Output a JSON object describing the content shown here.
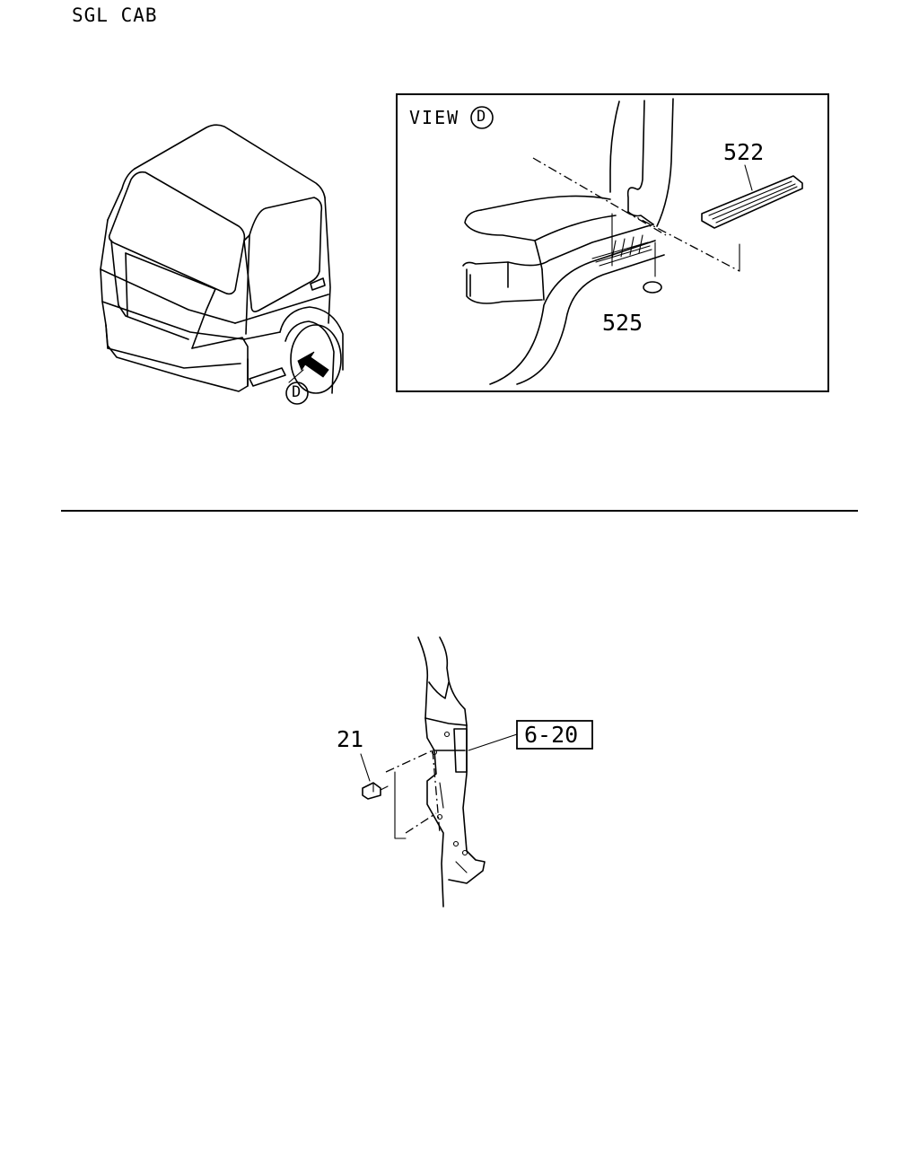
{
  "header": {
    "caption": "SGL CAB"
  },
  "view_panel": {
    "view_label": "VIEW",
    "view_marker": "D",
    "callouts": [
      "522",
      "525"
    ]
  },
  "truck_figure": {
    "marker": "D"
  },
  "lower_figure": {
    "callouts": [
      "21"
    ],
    "reference_box": "6-20"
  }
}
